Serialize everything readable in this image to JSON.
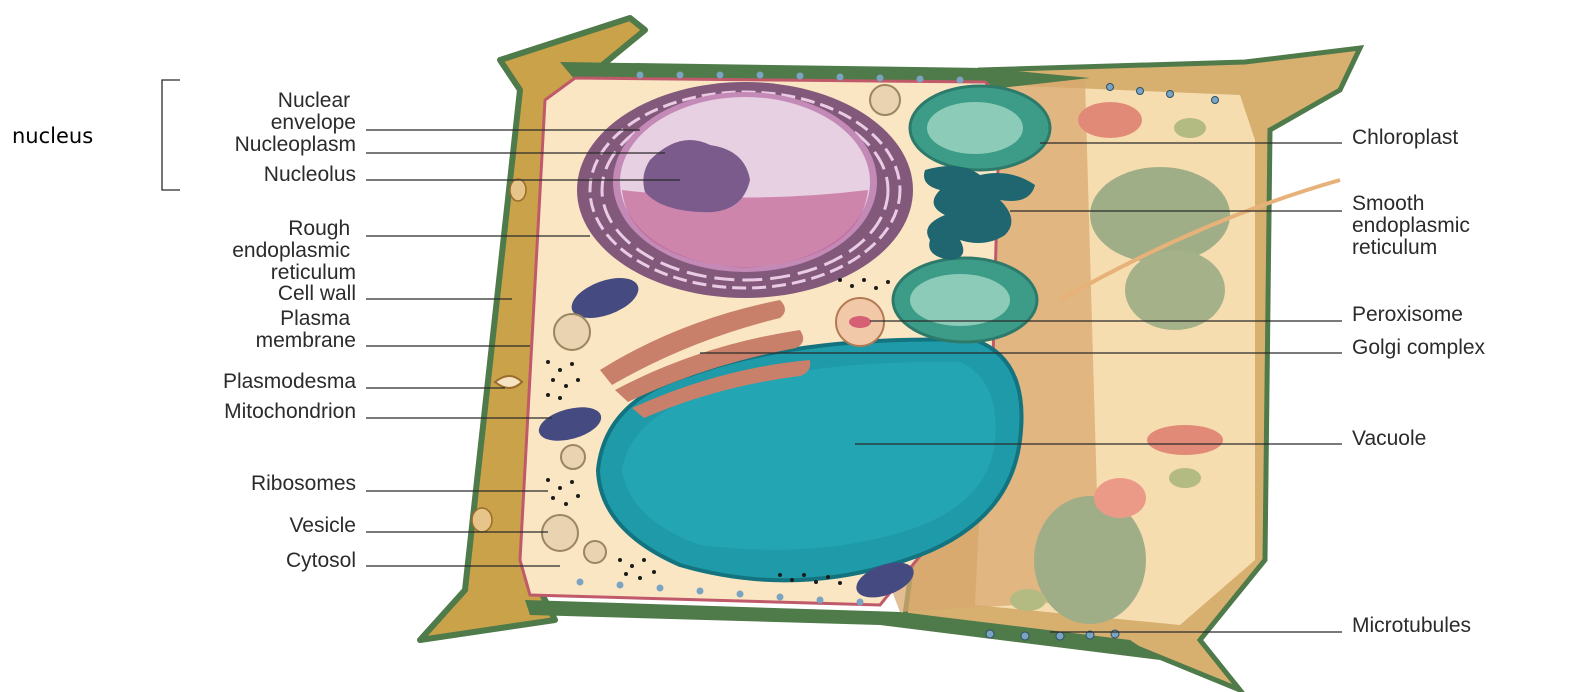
{
  "group_label": "nucleus",
  "left_labels": {
    "nuclear_envelope": [
      "Nuclear",
      "envelope"
    ],
    "nucleoplasm": [
      "Nucleoplasm"
    ],
    "nucleolus": [
      "Nucleolus"
    ],
    "rough_er": [
      "Rough",
      "endoplasmic",
      "reticulum"
    ],
    "cell_wall": [
      "Cell wall"
    ],
    "plasma_membrane": [
      "Plasma",
      "membrane"
    ],
    "plasmodesma": [
      "Plasmodesma"
    ],
    "mitochondrion": [
      "Mitochondrion"
    ],
    "ribosomes": [
      "Ribosomes"
    ],
    "vesicle": [
      "Vesicle"
    ],
    "cytosol": [
      "Cytosol"
    ]
  },
  "right_labels": {
    "chloroplast": [
      "Chloroplast"
    ],
    "smooth_er": [
      "Smooth",
      "endoplasmic",
      "reticulum"
    ],
    "peroxisome": [
      "Peroxisome"
    ],
    "golgi": [
      "Golgi complex"
    ],
    "vacuole": [
      "Vacuole"
    ],
    "microtubules": [
      "Microtubules"
    ]
  },
  "colors": {
    "cell_wall": "#c9a24a",
    "cell_wall_edge": "#4f7a4a",
    "cytoplasm": "#fbe6c4",
    "membrane": "#c0596a",
    "nucleus_envelope": "#5b2d5f",
    "nucleoplasm": "#e2c9dc",
    "nucleolus": "#7a5b8c",
    "vacuole": "#1f9aa8",
    "chloroplast": "#3c9c88",
    "smooth_er": "#1f6670",
    "golgi": "#c8806a",
    "mitochondrion": "#454a80"
  }
}
